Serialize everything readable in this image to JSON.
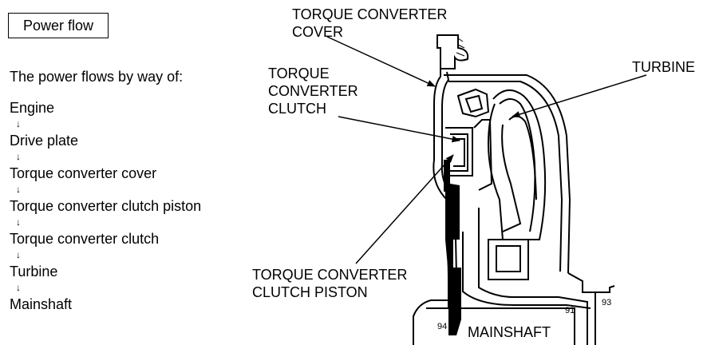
{
  "panel": {
    "title": "Power flow",
    "intro": "The power flows by way of:",
    "arrow_glyph": "↓",
    "steps": [
      "Engine",
      "Drive plate",
      "Torque converter cover",
      "Torque converter clutch piston",
      "Torque converter clutch",
      "Turbine",
      "Mainshaft"
    ]
  },
  "diagram": {
    "labels": {
      "cover_line1": "TORQUE CONVERTER",
      "cover_line2": "COVER",
      "clutch_line1": "TORQUE",
      "clutch_line2": "CONVERTER",
      "clutch_line3": "CLUTCH",
      "turbine": "TURBINE",
      "piston_line1": "TORQUE CONVERTER",
      "piston_line2": "CLUTCH PISTON",
      "mainshaft": "MAINSHAFT",
      "ref_94": "94",
      "ref_91": "91",
      "ref_93": "93"
    }
  }
}
